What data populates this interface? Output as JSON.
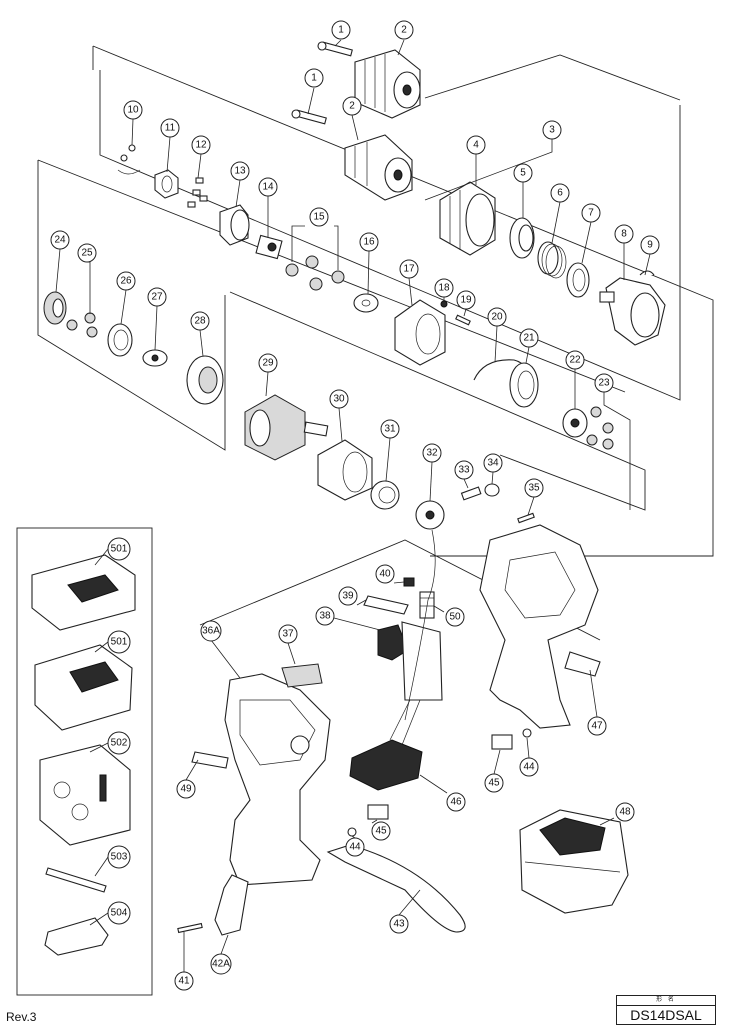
{
  "callouts": {
    "c1a": "1",
    "c2a": "2",
    "c1b": "1",
    "c2b": "2",
    "c3": "3",
    "c4": "4",
    "c5": "5",
    "c6": "6",
    "c7": "7",
    "c8": "8",
    "c9": "9",
    "c10": "10",
    "c11": "11",
    "c12": "12",
    "c13": "13",
    "c14": "14",
    "c15": "15",
    "c16": "16",
    "c17": "17",
    "c18": "18",
    "c19": "19",
    "c20": "20",
    "c21": "21",
    "c22": "22",
    "c23": "23",
    "c24": "24",
    "c25": "25",
    "c26": "26",
    "c27": "27",
    "c28": "28",
    "c29": "29",
    "c30": "30",
    "c31": "31",
    "c32": "32",
    "c33": "33",
    "c34": "34",
    "c35": "35",
    "c36A": "36A",
    "c37": "37",
    "c38": "38",
    "c39": "39",
    "c40": "40",
    "c41": "41",
    "c42A": "42A",
    "c43": "43",
    "c44a": "44",
    "c44b": "44",
    "c45a": "45",
    "c45b": "45",
    "c46": "46",
    "c47": "47",
    "c48": "48",
    "c49": "49",
    "c50": "50",
    "c501a": "501",
    "c501b": "501",
    "c502": "502",
    "c503": "503",
    "c504": "504"
  },
  "footer": {
    "revision": "Rev.3",
    "model_caption": "形 名",
    "model_name": "DS14DSAL"
  }
}
